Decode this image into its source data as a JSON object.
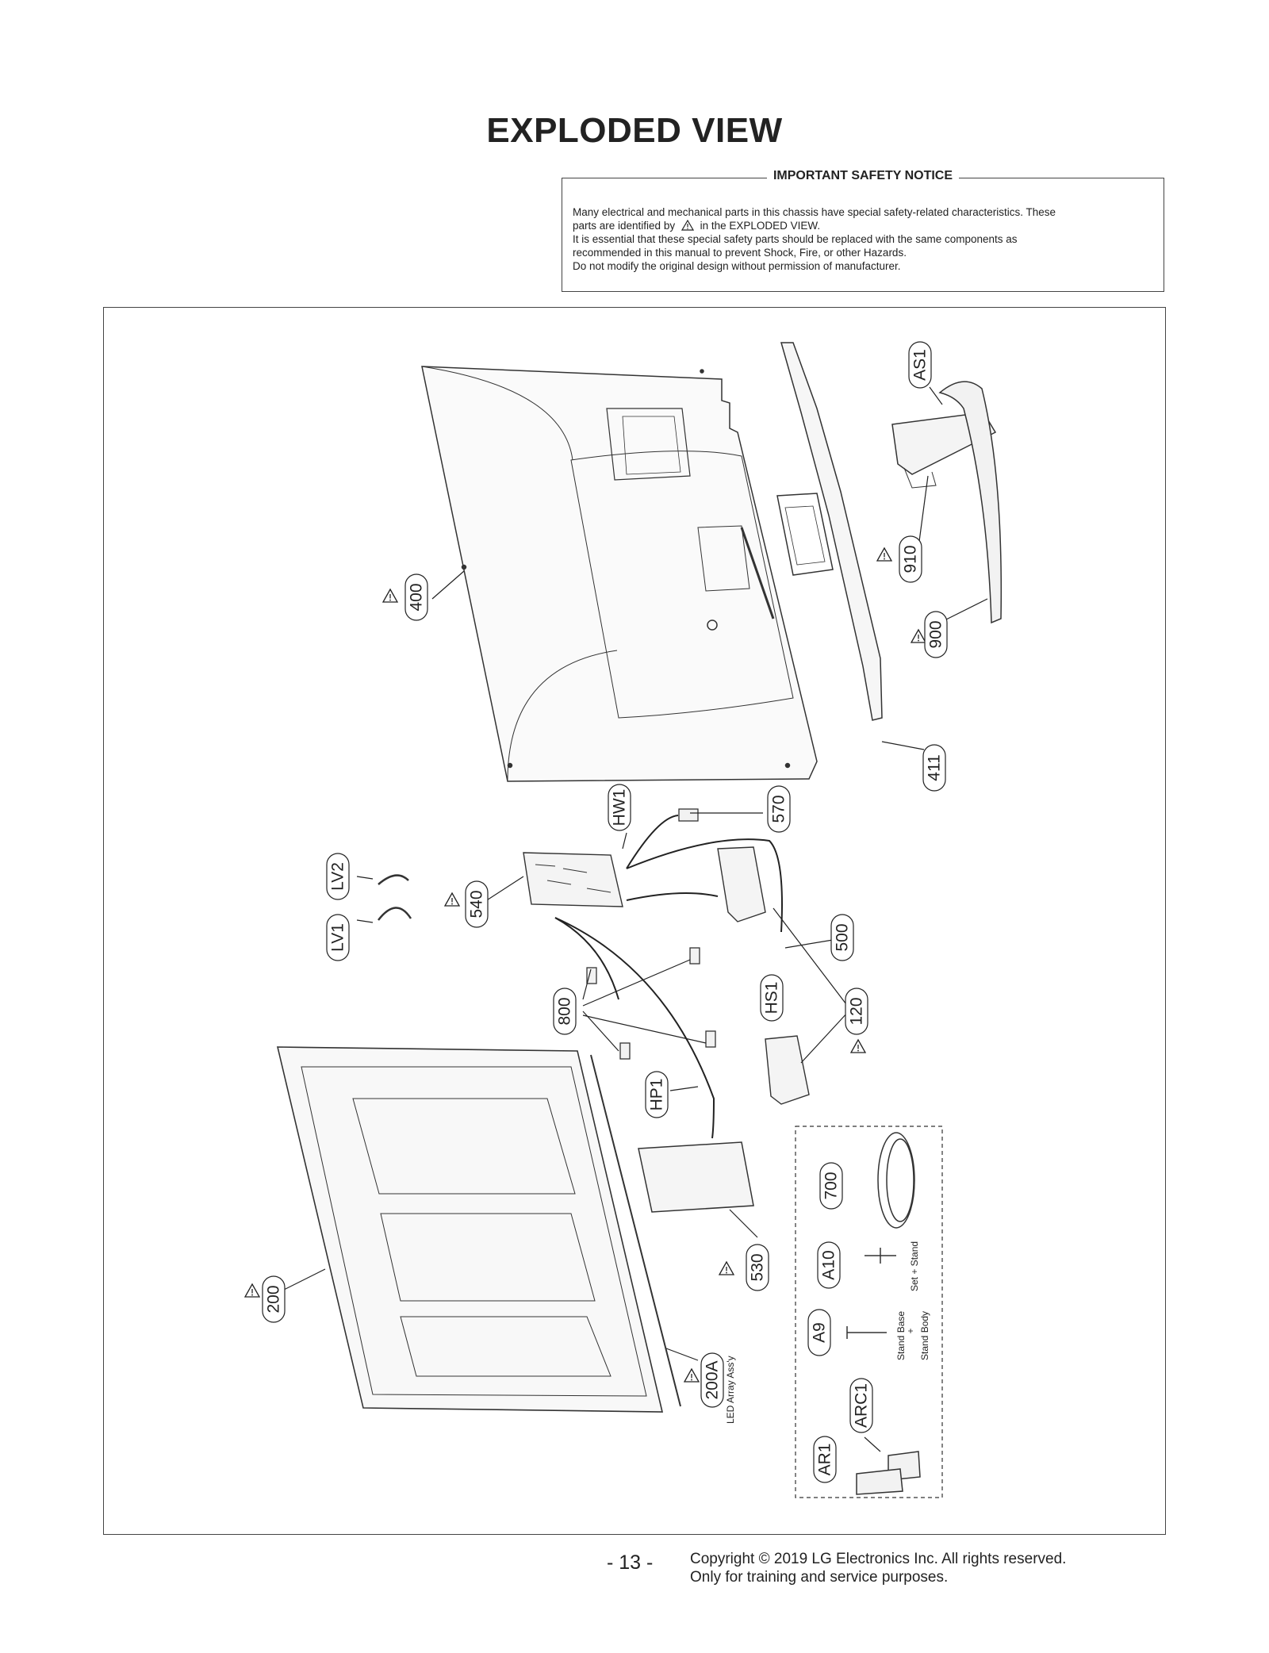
{
  "title": "EXPLODED VIEW",
  "notice": {
    "title": "IMPORTANT SAFETY NOTICE",
    "line1": "Many electrical and mechanical parts in this chassis have special safety-related characteristics. These",
    "line2a": "parts are identified by",
    "line2b": "in the EXPLODED VIEW.",
    "line3": "It is essential that these special safety parts should be replaced with the same components as",
    "line4": "recommended in this manual to prevent Shock, Fire, or other Hazards.",
    "line5": "Do not modify the original design without permission of manufacturer."
  },
  "parts": {
    "as1": "AS1",
    "p910": "910",
    "p900": "900",
    "p411": "411",
    "p400": "400",
    "hw1": "HW1",
    "p570": "570",
    "lv2": "LV2",
    "lv1": "LV1",
    "p540": "540",
    "p500": "500",
    "p800": "800",
    "hs1": "HS1",
    "p120": "120",
    "hp1": "HP1",
    "p700": "700",
    "p530": "530",
    "a10": "A10",
    "a9": "A9",
    "p200": "200",
    "p200a": "200A",
    "arc1": "ARC1",
    "ar1": "AR1"
  },
  "captions": {
    "led": "LED Array Ass'y",
    "set_stand": "Set + Stand",
    "stand_base": "Stand Base",
    "plus": "+",
    "stand_body": "Stand Body"
  },
  "footer": {
    "page": "- 13 -",
    "copyright": "Copyright © 2019 LG Electronics Inc. All rights reserved.",
    "purpose": "Only for training and service purposes."
  }
}
